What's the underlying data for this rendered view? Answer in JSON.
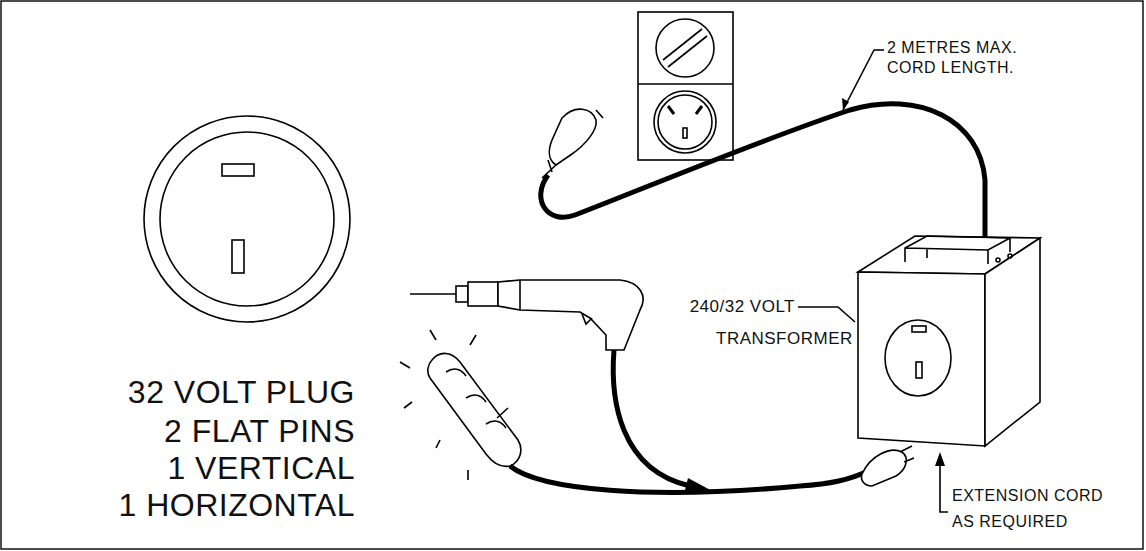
{
  "diagram": {
    "labels": [
      "2 METRES MAX.",
      "CORD LENGTH.",
      "240/32 VOLT",
      "TRANSFORMER",
      "32 VOLT PLUG",
      "2 FLAT PINS",
      "1 VERTICAL",
      "1 HORIZONTAL",
      "EXTENSION CORD",
      "AS REQUIRED"
    ]
  }
}
